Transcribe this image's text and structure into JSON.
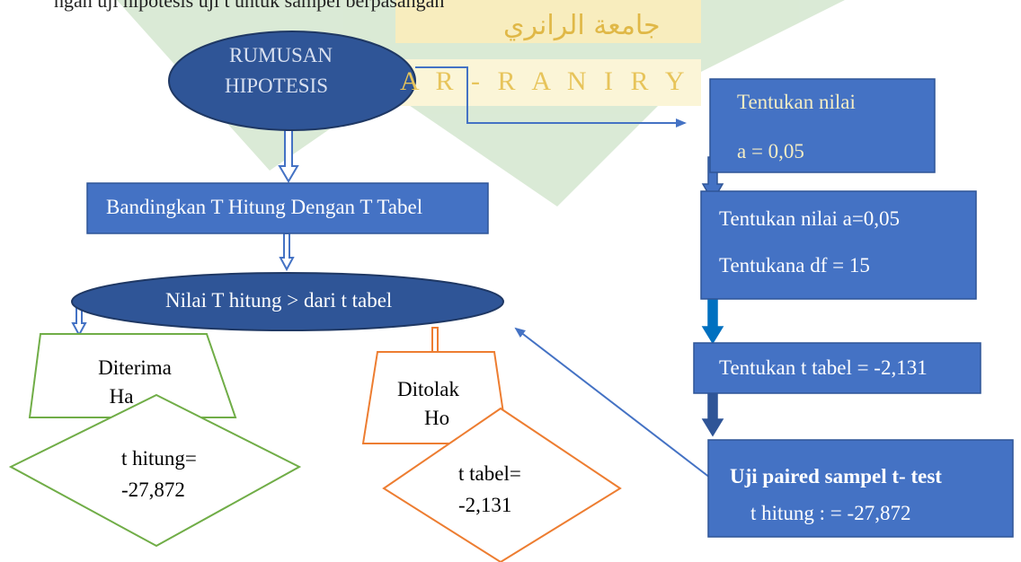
{
  "header_text": "ngan uji hipotesis uji t untuk sampel berpasangan",
  "watermark": {
    "arabic": "جامعة الرانري",
    "latin": "A R - R A N I R Y"
  },
  "nodes": {
    "rumusan": {
      "line1": "RUMUSAN",
      "line2": "HIPOTESIS"
    },
    "tentukan_a": {
      "line1": "Tentukan nilai",
      "line2": "a = 0,05"
    },
    "bandingkan": {
      "text": "Bandingkan T Hitung Dengan T Tabel"
    },
    "tentukan_df": {
      "line1": "Tentukan nilai a=0,05",
      "line2": "Tentukana df = 15"
    },
    "nilai_t": {
      "text": "Nilai T hitung > dari t tabel"
    },
    "tentukan_ttabel": {
      "text": "Tentukan t tabel = -2,131"
    },
    "diterima": {
      "line1": "Diterima",
      "line2": "Ha"
    },
    "ditolak": {
      "line1": "Ditolak",
      "line2": "Ho"
    },
    "thitung_diamond": {
      "line1": "t hitung=",
      "line2": "-27,872"
    },
    "ttabel_diamond": {
      "line1": "t tabel=",
      "line2": "-2,131"
    },
    "uji": {
      "line1": "Uji paired sampel t- test",
      "line2": "t hitung : = -27,872"
    }
  },
  "colors": {
    "box_fill": "#4472c4",
    "box_border": "#2f5597",
    "ellipse_fill": "#2f5597",
    "green": "#70ad47",
    "orange": "#ed7d31",
    "watermark_green": "#bcd9b4",
    "watermark_yellow": "#f3e08a",
    "watermark_text": "#e7c45a"
  }
}
